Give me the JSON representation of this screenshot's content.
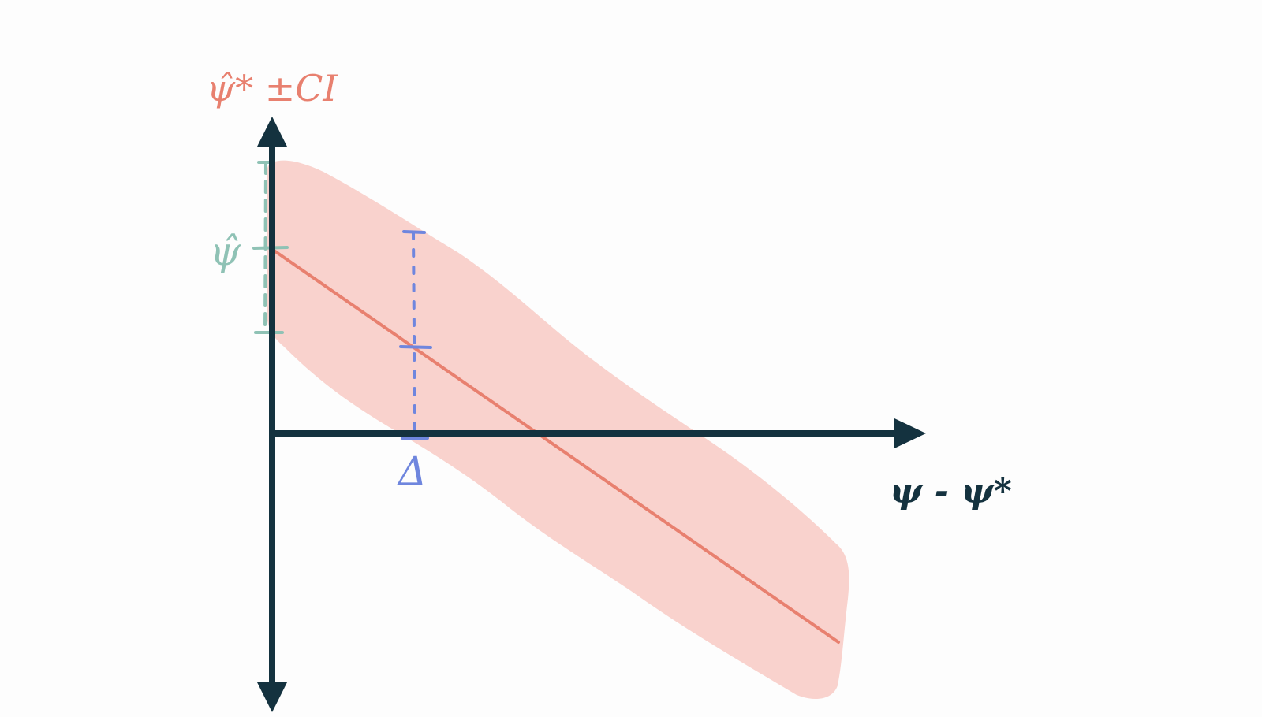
{
  "colors": {
    "axis": "#14323f",
    "band": "#f9d2cd",
    "line": "#e8806f",
    "estimate": "#8fc2b5",
    "delta": "#6f86de",
    "background": "#fdfdfd"
  },
  "labels": {
    "y_axis_title": "ψ̂* ±CI",
    "x_axis_title": "ψ - ψ*",
    "estimate_label": "ψ̂",
    "delta_label": "Δ"
  }
}
